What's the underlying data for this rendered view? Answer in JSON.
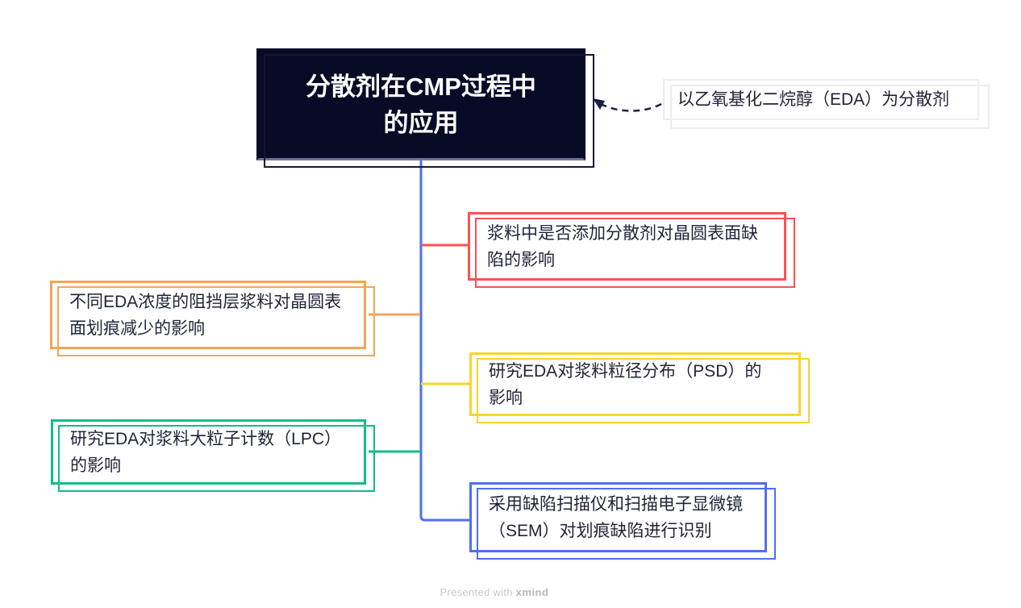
{
  "page": {
    "background": "#ffffff"
  },
  "root": {
    "label": "分散剂在CMP过程中\n的应用",
    "bg": "#070b26",
    "outline": "#141834"
  },
  "callout": {
    "label": "以乙氧基化二烷醇（EDA）为分散剂",
    "border": "#ececf1"
  },
  "branches": [
    {
      "label": "浆料中是否添加分散剂对晶圆表面缺\n陷的影响",
      "color": "#fa5252",
      "side": "right"
    },
    {
      "label": "不同EDA浓度的阻挡层浆料对晶圆表\n面划痕减少的影响",
      "color": "#f5a455",
      "side": "left"
    },
    {
      "label": "研究EDA对浆料粒径分布（PSD）的\n影响",
      "color": "#f7d52c",
      "side": "right"
    },
    {
      "label": "研究EDA对浆料大粒子计数（LPC）\n的影响",
      "color": "#12bd82",
      "side": "left"
    },
    {
      "label": "采用缺陷扫描仪和扫描电子显微镜\n（SEM）对划痕缺陷进行识别",
      "color": "#4f6ef2",
      "side": "right"
    }
  ],
  "connector": {
    "trunk_color": "#4f6ef2",
    "arrow_color": "#1b2040"
  },
  "text_color": "#1f2337",
  "footer": {
    "prefix": "Presented with ",
    "brand": "xmind"
  }
}
